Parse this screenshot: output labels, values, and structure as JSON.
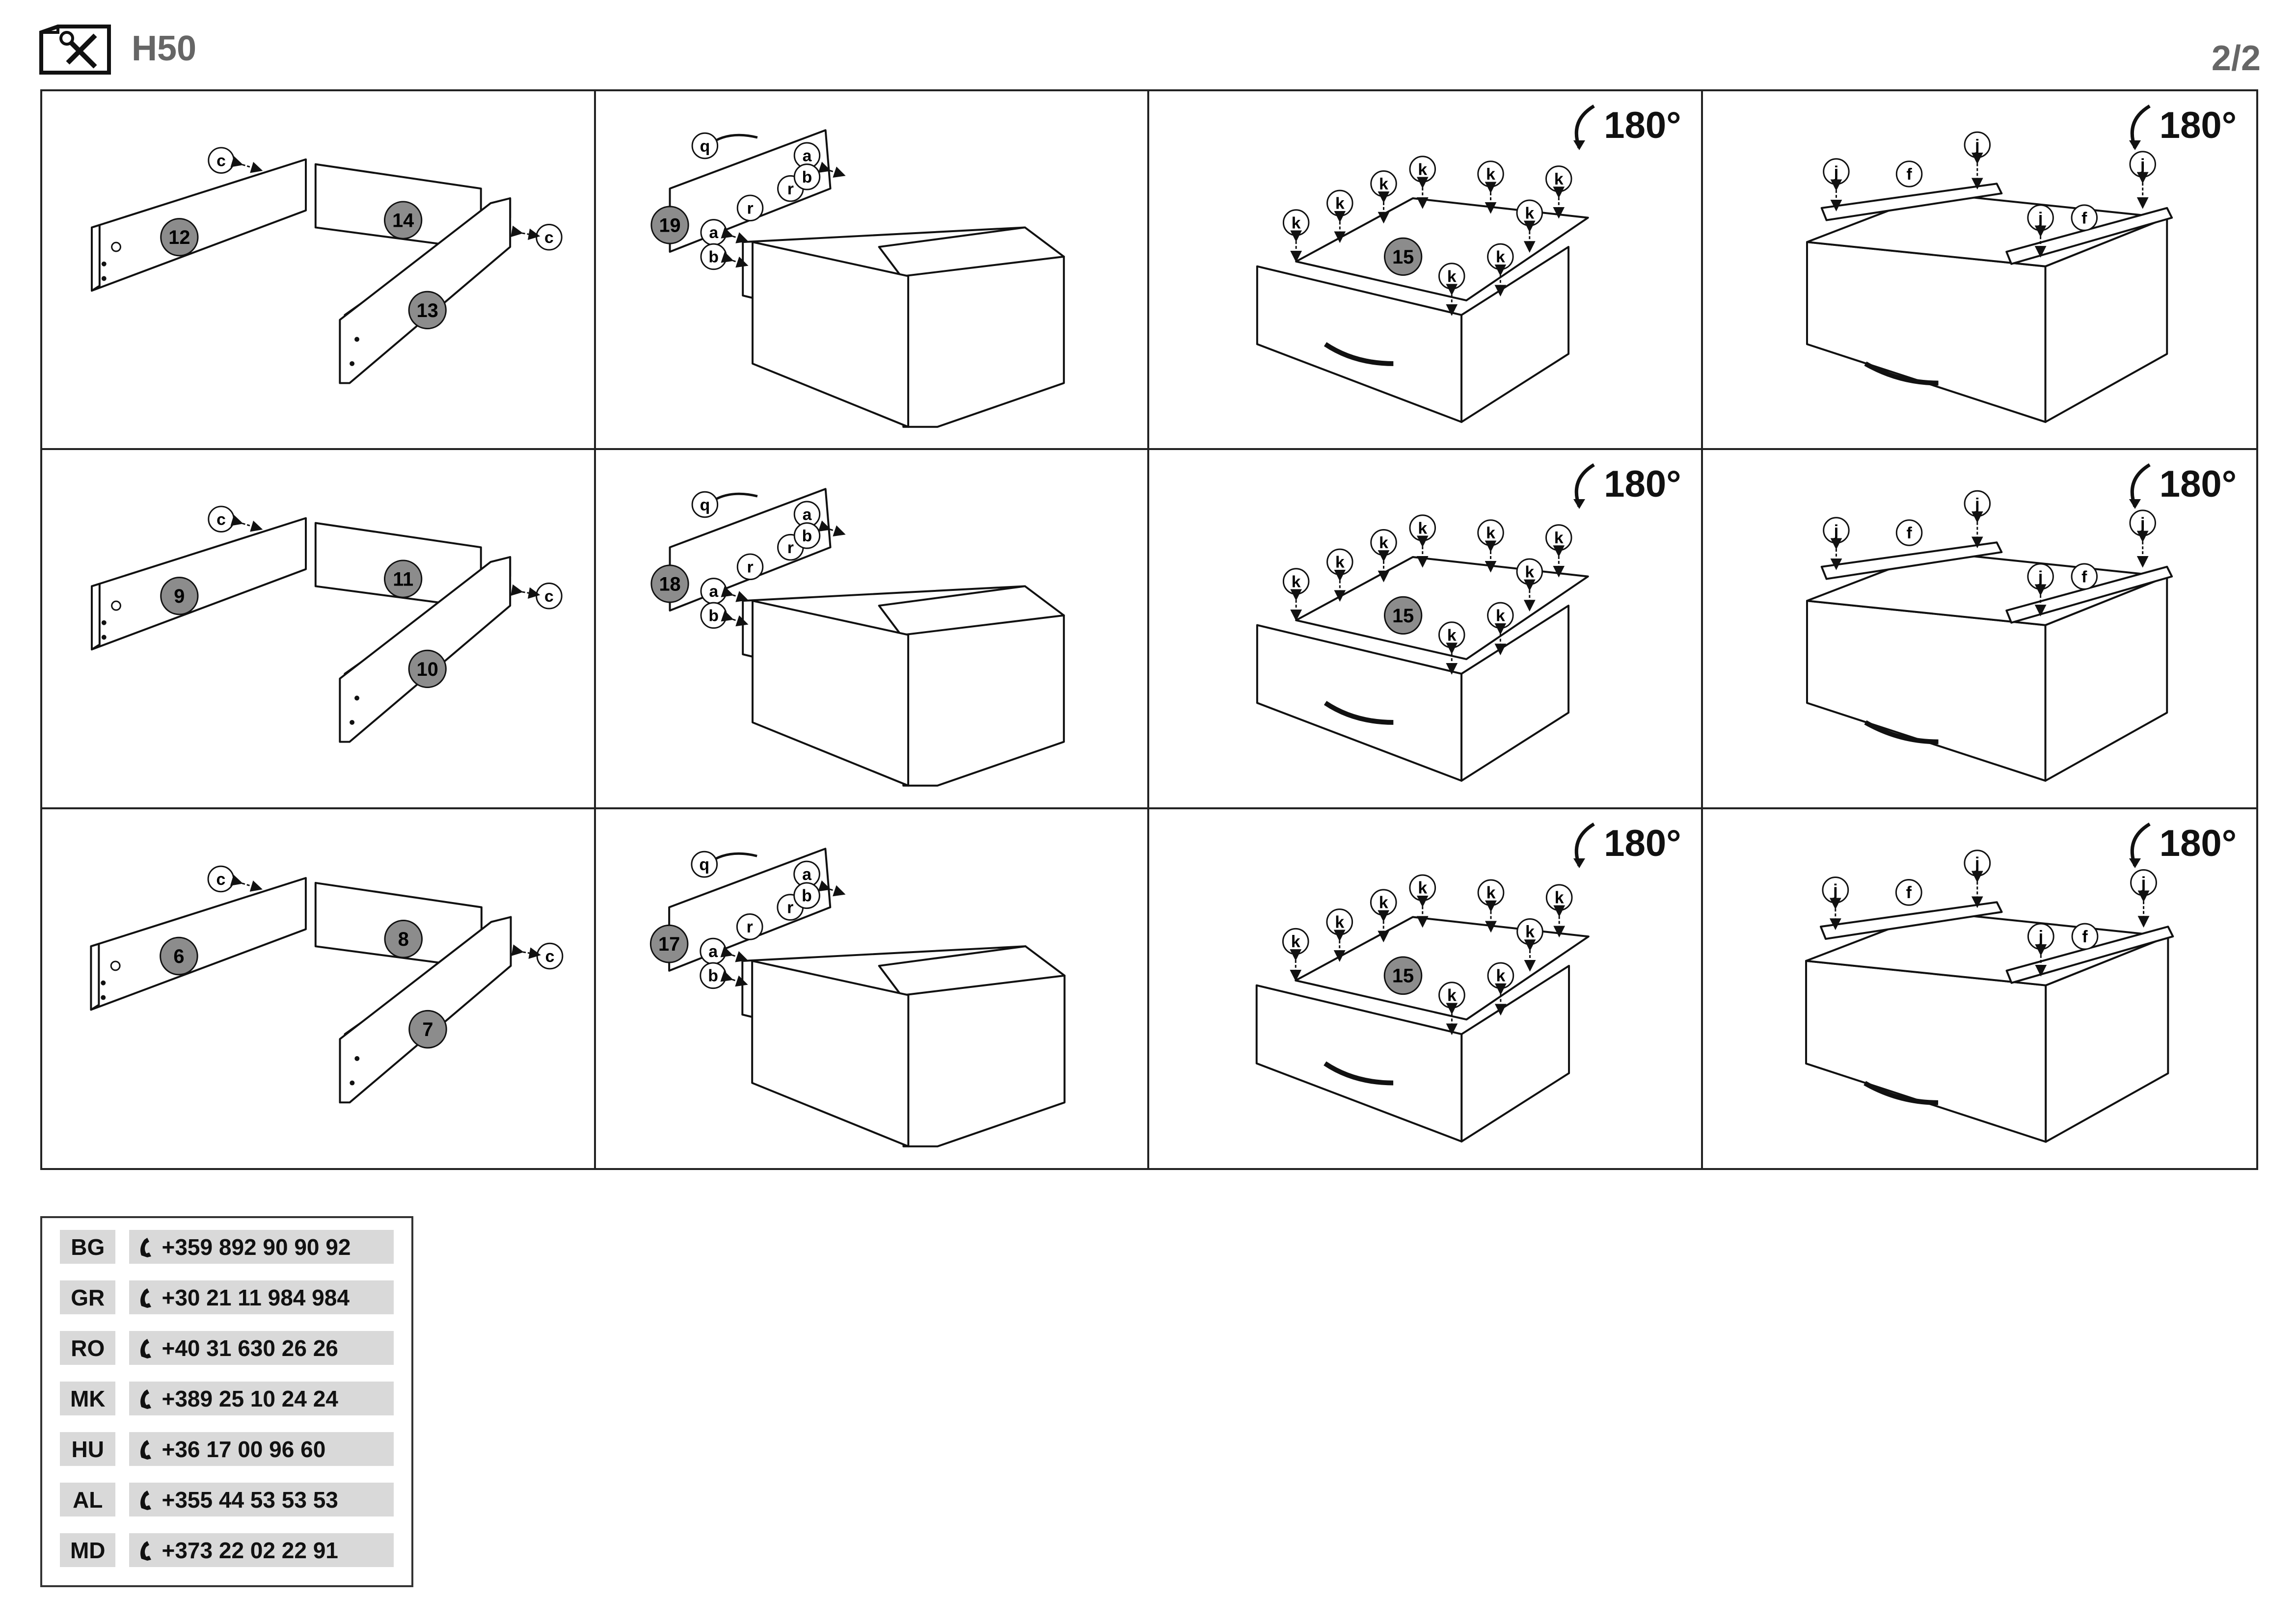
{
  "header": {
    "model": "H50",
    "page": "2/2"
  },
  "rotation_label": "180°",
  "rows": [
    {
      "sides": {
        "left": "12",
        "back": "14",
        "right": "13"
      },
      "bottom": "19",
      "drawer_bottom": "15"
    },
    {
      "sides": {
        "left": "9",
        "back": "11",
        "right": "10"
      },
      "bottom": "18",
      "drawer_bottom": "15"
    },
    {
      "sides": {
        "left": "6",
        "back": "8",
        "right": "7"
      },
      "bottom": "17",
      "drawer_bottom": "15"
    }
  ],
  "hardware_letters": {
    "cam": "c",
    "handle": "q",
    "screw_r": "r",
    "dowel_a": "a",
    "dowel_b": "b",
    "nail": "k",
    "rail": "j",
    "runner": "f"
  },
  "contacts": [
    {
      "code": "BG",
      "phone": "+359 892 90 90 92"
    },
    {
      "code": "GR",
      "phone": "+30 21 11 984 984"
    },
    {
      "code": "RO",
      "phone": "+40 31 630 26 26"
    },
    {
      "code": "MK",
      "phone": "+389 25 10 24 24"
    },
    {
      "code": "HU",
      "phone": "+36 17 00 96 60"
    },
    {
      "code": "AL",
      "phone": "+355 44 53 53 53"
    },
    {
      "code": "MD",
      "phone": "+373 22 02 22 91"
    }
  ]
}
